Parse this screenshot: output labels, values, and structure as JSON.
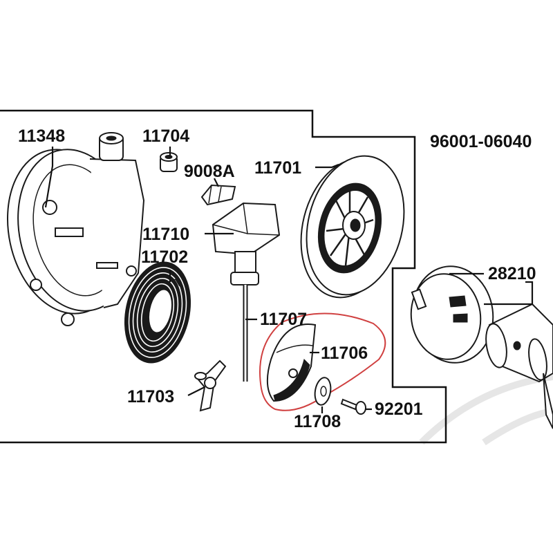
{
  "labels": {
    "p11348": "11348",
    "p11704": "11704",
    "p9008A": "9008A",
    "p11701": "11701",
    "p96001": "96001-06040",
    "p11710": "11710",
    "p11702": "11702",
    "p28210": "28210",
    "p11707": "11707",
    "p11706": "11706",
    "p11703": "11703",
    "p92201": "92201",
    "p11708": "11708"
  },
  "colors": {
    "ink": "#111111",
    "highlight": "#d04040",
    "watermark": "#e6e6e6"
  }
}
